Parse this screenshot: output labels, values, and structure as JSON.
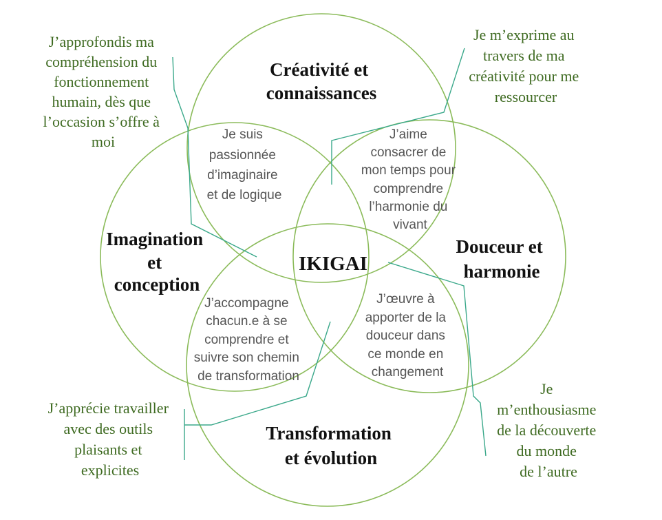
{
  "colors": {
    "circle_stroke": "#8bbb5a",
    "connector_stroke": "#3aa88a",
    "outer_text": "#3f6b22",
    "inner_text": "#555555",
    "main_text": "#111111"
  },
  "center": {
    "label": "IKIGAI"
  },
  "circles": {
    "top": [
      "Créativité et",
      "connaissances"
    ],
    "left": [
      "Imagination",
      "et",
      "conception"
    ],
    "right": [
      "Douceur et",
      "harmonie"
    ],
    "bottom": [
      "Transformation",
      "et évolution"
    ]
  },
  "intersections": {
    "top_left": [
      "Je suis",
      "passionnée",
      "d’imaginaire",
      "et de logique"
    ],
    "top_right": [
      "J’aime",
      "consacrer de",
      "mon temps pour",
      "comprendre",
      "l’harmonie du",
      "vivant"
    ],
    "bottom_left": [
      "J’accompagne",
      "chacun.e à se",
      "comprendre et",
      "suivre son chemin",
      "de transformation"
    ],
    "bottom_right": [
      "J’œuvre à",
      "apporter de la",
      "douceur dans",
      "ce monde en",
      "changement"
    ]
  },
  "callouts": {
    "top_left": [
      "J’approfondis ma",
      "compréhension du",
      "fonctionnement",
      "humain, dès que",
      "l’occasion s’offre à",
      "moi"
    ],
    "top_right": [
      "Je m’exprime au",
      "travers de ma",
      "créativité pour me",
      "ressourcer"
    ],
    "bottom_left": [
      "J’apprécie travailler",
      "avec des outils",
      "plaisants et",
      "explicites"
    ],
    "bottom_right": [
      "Je",
      "m’enthousiasme",
      "de la découverte",
      "du monde",
      "de l’autre"
    ]
  }
}
